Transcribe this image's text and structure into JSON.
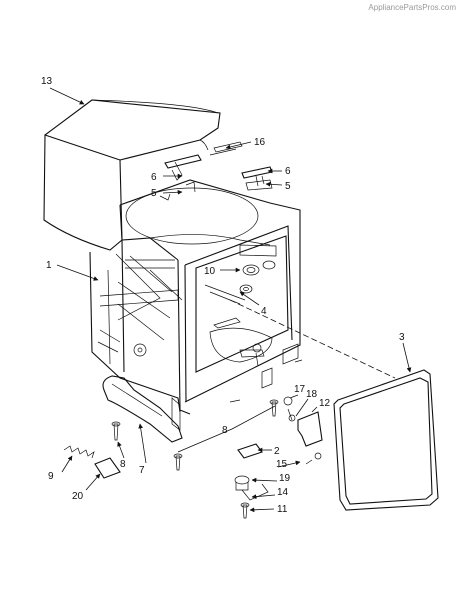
{
  "watermark": "AppliancePartsPros.com",
  "callouts": [
    "13",
    "16",
    "6",
    "5",
    "6",
    "5",
    "1",
    "10",
    "4",
    "3",
    "17",
    "18",
    "12",
    "8",
    "2",
    "15",
    "19",
    "14",
    "11",
    "9",
    "8",
    "7",
    "20"
  ],
  "icons": [
    "arrowhead-icon"
  ]
}
